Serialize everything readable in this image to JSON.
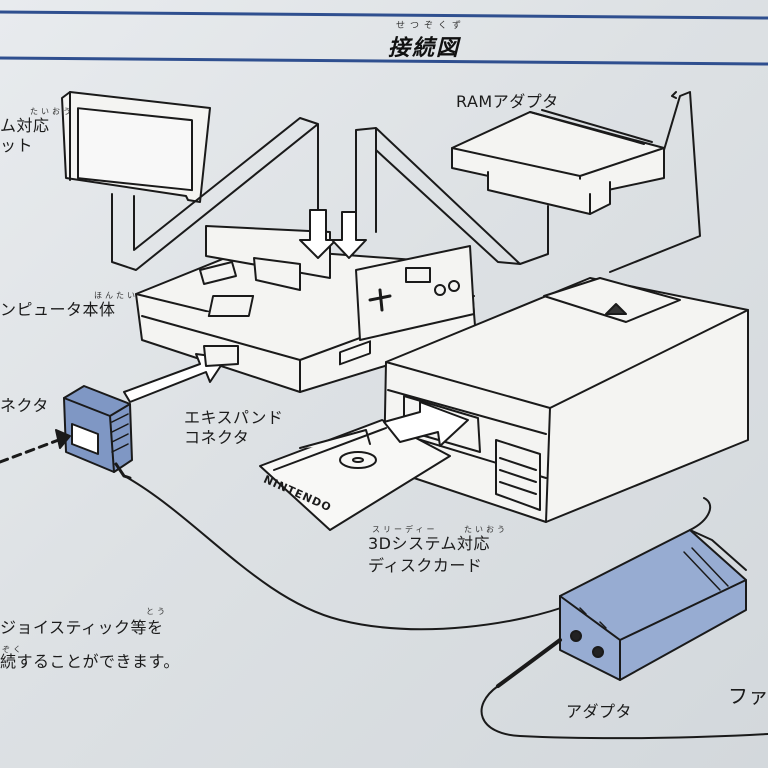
{
  "title": "接続図",
  "title_reading": "せつぞくず",
  "labels": {
    "cartridge_1": "ム対応",
    "cartridge_2": "ット",
    "cartridge_ruby": "たいおう",
    "ram_adapter": "RAMアダプタ",
    "main_unit": "ンピュータ本体",
    "main_unit_ruby": "ほんたい",
    "connector": "ネクタ",
    "expand_1": "エキスパンド",
    "expand_2": "コネクタ",
    "disk_1": "3Dシステム対応",
    "disk_2": "ディスクカード",
    "disk_ruby_a": "スリーディー",
    "disk_ruby_b": "たいおう",
    "note_1": "ジョイスティック等を",
    "note_2": "続することができます。",
    "note_ruby_a": "とう",
    "note_ruby_b": "ぞく",
    "adapter": "アダプタ",
    "famicom_partial": "ファ",
    "disk_brand": "NINTENDO"
  },
  "colors": {
    "background": "#dfe3e6",
    "rule": "#2f4f8f",
    "line_art": "#1a1a1a",
    "connector_blue": "#7f97c4",
    "adapter_blue": "#97acd2"
  }
}
